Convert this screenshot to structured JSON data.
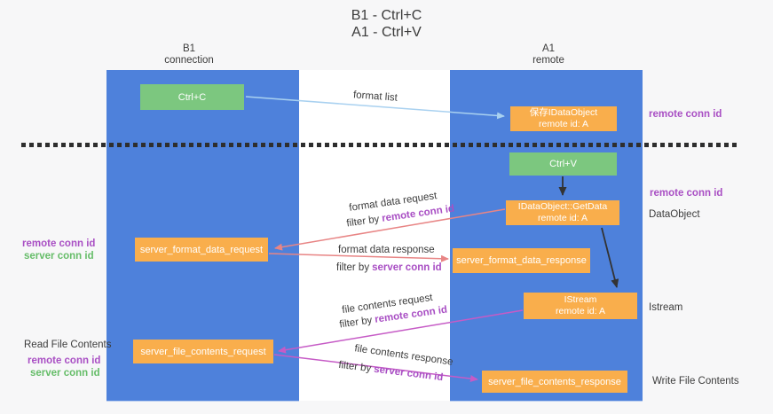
{
  "title": {
    "line1": "B1 - Ctrl+C",
    "line2": "A1 - Ctrl+V"
  },
  "lanes": {
    "left": {
      "title": "B1",
      "subtitle": "connection"
    },
    "right": {
      "title": "A1",
      "subtitle": "remote"
    }
  },
  "nodes": {
    "ctrl_c": {
      "label": "Ctrl+C"
    },
    "save_dataobject": {
      "line1": "保存IDataObject",
      "line2": "remote id: A"
    },
    "ctrl_v": {
      "label": "Ctrl+V"
    },
    "getdata": {
      "line1": "IDataObject::GetData",
      "line2": "remote id: A"
    },
    "format_request": {
      "label": "server_format_data_request"
    },
    "format_response": {
      "label": "server_format_data_response"
    },
    "istream": {
      "line1": "IStream",
      "line2": "remote id: A"
    },
    "file_request": {
      "label": "server_file_contents_request"
    },
    "file_response": {
      "label": "server_file_contents_response"
    }
  },
  "edge_labels": {
    "format_list": "format list",
    "format_data_request": "format data request",
    "format_data_response": "format data response",
    "file_contents_request": "file contents request",
    "file_contents_response": "file contents response",
    "filter_by": "filter by",
    "remote_conn_id": "remote conn id",
    "server_conn_id": "server conn id"
  },
  "side_labels": {
    "remote_conn_id": "remote conn id",
    "server_conn_id": "server conn id",
    "dataobject": "DataObject",
    "istream": "Istream",
    "read_file_contents": "Read File Contents",
    "write_file_contents": "Write File Contents"
  },
  "colors": {
    "lane_blue": "#4e81db",
    "box_green": "#7cc77f",
    "box_orange": "#f9ae4c",
    "arrow_black": "#333333",
    "arrow_salmon": "#e88585",
    "arrow_magenta": "#c65bc6",
    "arrow_lightblue": "#a9d1f0",
    "text_purple": "#a94fc4",
    "text_green": "#66bd69"
  }
}
